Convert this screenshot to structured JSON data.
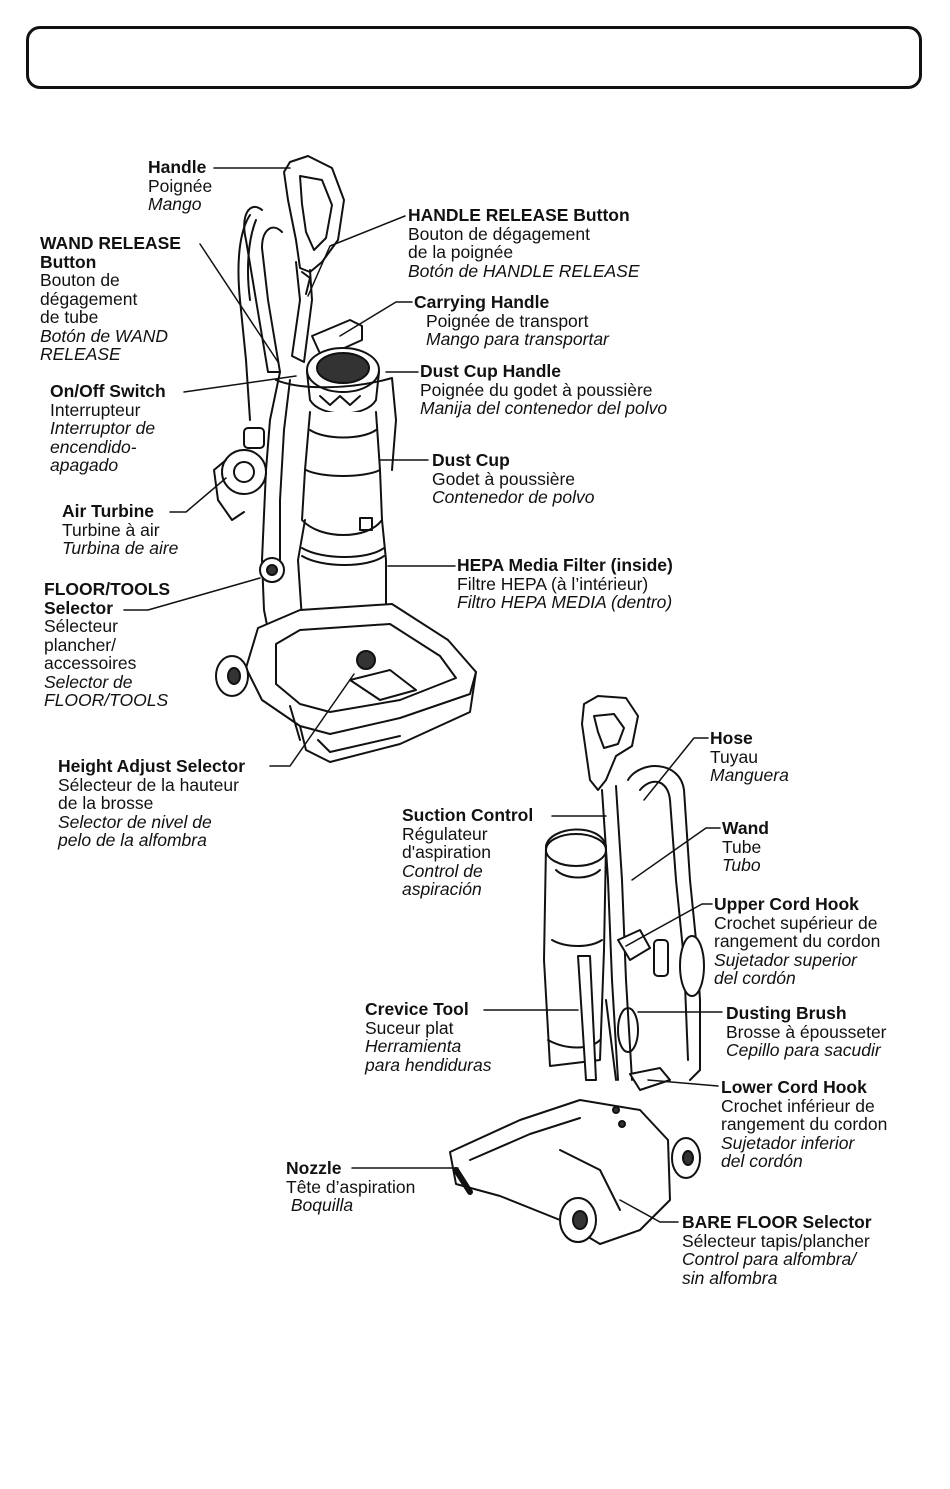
{
  "labels": {
    "handle": {
      "en": "Handle",
      "fr": "Poignée",
      "es": "Mango"
    },
    "handle_release": {
      "en": "HANDLE RELEASE Button",
      "fr": "Bouton de dégagement\nde la poignée",
      "es": "Botón de HANDLE RELEASE"
    },
    "wand_release": {
      "en": "WAND RELEASE\nButton",
      "fr": "Bouton de\ndégagement\nde tube",
      "es": "Botón de WAND\nRELEASE"
    },
    "carrying_handle": {
      "en": "Carrying Handle",
      "fr": "Poignée de transport",
      "es": "Mango para transportar"
    },
    "dust_cup_handle": {
      "en": "Dust Cup Handle",
      "fr": "Poignée du godet à poussière",
      "es": "Manija del contenedor del polvo"
    },
    "on_off": {
      "en": "On/Off Switch",
      "fr": "Interrupteur",
      "es": "Interruptor de\nencendido-\napagado"
    },
    "dust_cup": {
      "en": "Dust Cup",
      "fr": "Godet à poussière",
      "es": "Contenedor de polvo"
    },
    "air_turbine": {
      "en": "Air Turbine",
      "fr": "Turbine à air",
      "es": "Turbina de aire"
    },
    "hepa_filter": {
      "en": "HEPA Media  Filter (inside)",
      "fr": "Filtre HEPA (à l’intérieur)",
      "es": "Filtro HEPA MEDIA (dentro)"
    },
    "floor_tools": {
      "en": "FLOOR/TOOLS\nSelector",
      "fr": "Sélecteur\nplancher/\naccessoires",
      "es": "Selector de\nFLOOR/TOOLS"
    },
    "height_adjust": {
      "en": "Height Adjust Selector",
      "fr": "Sélecteur de la hauteur\nde la brosse",
      "es": "Selector de nivel de\npelo de la alfombra"
    },
    "hose": {
      "en": "Hose",
      "fr": "Tuyau",
      "es": "Manguera"
    },
    "suction_control": {
      "en": "Suction Control",
      "fr": "Régulateur\nd'aspiration",
      "es": "Control de\naspiración"
    },
    "wand": {
      "en": "Wand",
      "fr": "Tube",
      "es": "Tubo"
    },
    "upper_cord_hook": {
      "en": "Upper Cord Hook",
      "fr": "Crochet supérieur de\nrangement du cordon",
      "es": "Sujetador superior\ndel cordón"
    },
    "crevice_tool": {
      "en": "Crevice Tool",
      "fr": "Suceur plat",
      "es": "Herramienta\npara hendiduras"
    },
    "dusting_brush": {
      "en": "Dusting Brush",
      "fr": "Brosse à épousseter",
      "es": "Cepillo para sacudir"
    },
    "lower_cord_hook": {
      "en": "Lower Cord Hook",
      "fr": "Crochet inférieur de\nrangement du cordon",
      "es": "Sujetador inferior\ndel cordón"
    },
    "nozzle": {
      "en": "Nozzle",
      "fr": "Tête d’aspiration",
      "es": " Boquilla"
    },
    "bare_floor": {
      "en": "BARE FLOOR Selector",
      "fr": "Sélecteur tapis/plancher",
      "es": "Control para alfombra/\nsin alfombra"
    }
  }
}
